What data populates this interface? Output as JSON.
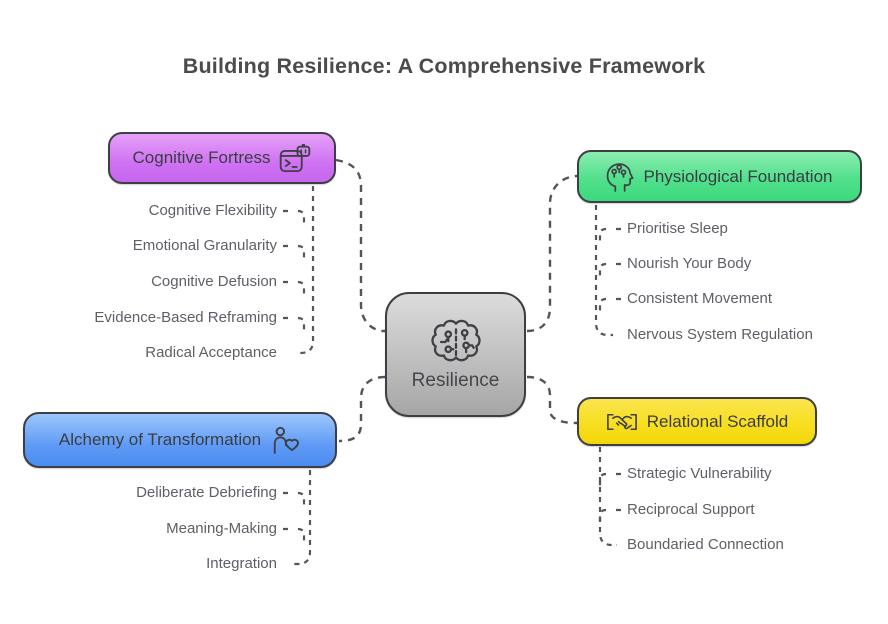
{
  "title": "Building Resilience: A Comprehensive Framework",
  "center": {
    "label": "Resilience",
    "icon": "brain-circuit-icon",
    "fill": "#bfbfbf",
    "border": "#3e3f44"
  },
  "colors": {
    "connector": "#54555b",
    "child_text": "#5d6066",
    "title_text": "#4b4b4b"
  },
  "branches": [
    {
      "label": "Cognitive Fortress",
      "icon": "robot-terminal-icon",
      "accent": "#cf72f2",
      "position": "top-left",
      "children": [
        "Cognitive Flexibility",
        "Emotional Granularity",
        "Cognitive Defusion",
        "Evidence-Based Reframing",
        "Radical Acceptance"
      ]
    },
    {
      "label": "Physiological Foundation",
      "icon": "head-circuit-icon",
      "accent": "#52e08c",
      "position": "top-right",
      "children": [
        "Prioritise Sleep",
        "Nourish Your Body",
        "Consistent Movement",
        "Nervous System Regulation"
      ]
    },
    {
      "label": "Alchemy of Transformation",
      "icon": "person-heart-icon",
      "accent": "#5f9bf5",
      "position": "bottom-left",
      "children": [
        "Deliberate Debriefing",
        "Meaning-Making",
        "Integration"
      ]
    },
    {
      "label": "Relational Scaffold",
      "icon": "handshake-icon",
      "accent": "#f8df21",
      "position": "bottom-right",
      "children": [
        "Strategic Vulnerability",
        "Reciprocal Support",
        "Boundaried Connection"
      ]
    }
  ]
}
